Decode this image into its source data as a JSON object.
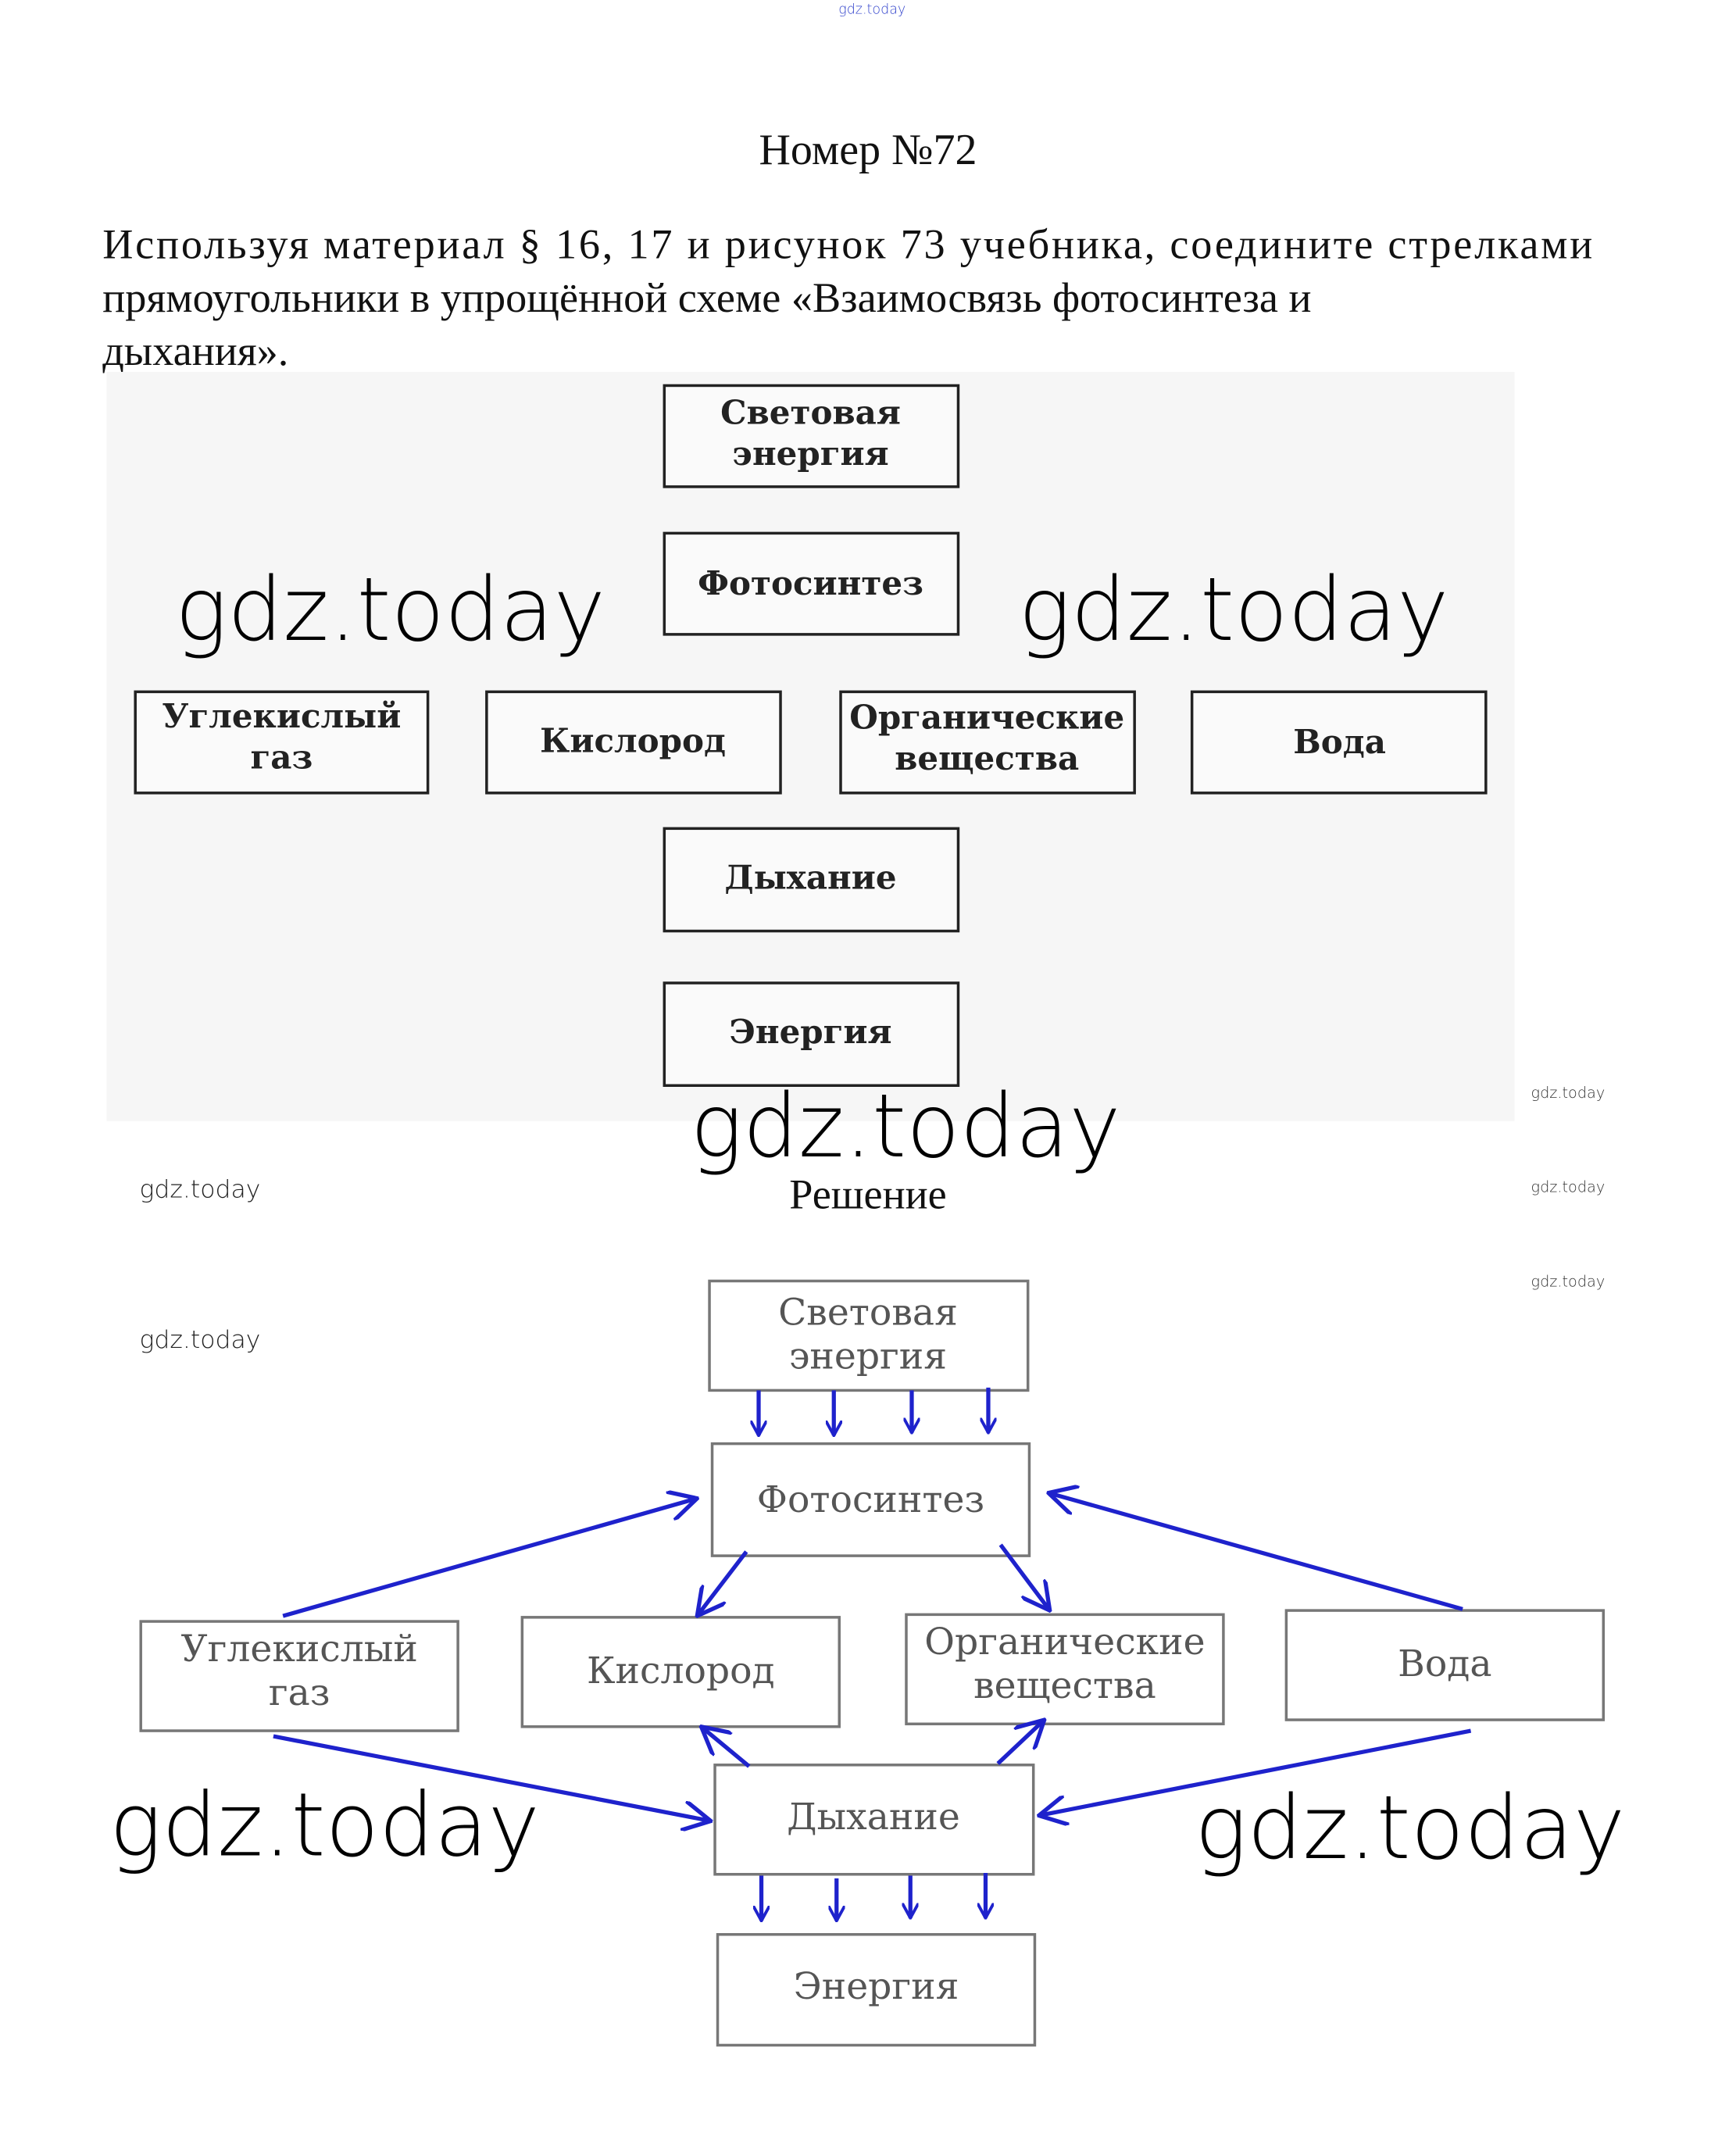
{
  "watermark": "gdz.today",
  "title": "Номер №72",
  "task_lines": [
    "Используя материал § 16, 17 и рисунок 73 учебника, соедините стрелками",
    "прямоугольники в упрощённой схеме «Взаимосвязь фотосинтеза и",
    "дыхания»."
  ],
  "solution_heading": "Решение",
  "boxes": {
    "light_energy": [
      "Световая",
      "энергия"
    ],
    "photosynthesis": "Фотосинтез",
    "co2": [
      "Углекислый",
      "газ"
    ],
    "oxygen": "Кислород",
    "organic": [
      "Органические",
      "вещества"
    ],
    "water": "Вода",
    "respiration": "Дыхание",
    "energy": "Энергия"
  },
  "arrow_color": "#1e22cc"
}
